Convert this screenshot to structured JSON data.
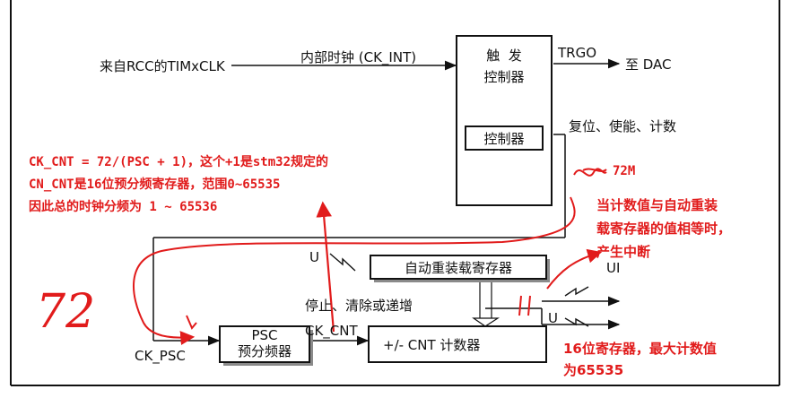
{
  "labels": {
    "timx_src": "来自RCC的TIMxCLK",
    "ck_int": "内部时钟 (CK_INT)",
    "trigger_ctrl": "触  发\n控制器",
    "inner_ctrl": "控制器",
    "trgo": "TRGO",
    "to_dac": "至 DAC",
    "reset_enable_count": "复位、使能、计数",
    "u_top": "U",
    "auto_reload": "自动重装载寄存器",
    "stop_clear_inc": "停止、清除或递增",
    "ck_cnt": "CK_CNT",
    "psc_line1": "PSC",
    "psc_line2": "预分频器",
    "ck_psc": "CK_PSC",
    "cnt_counter": "+/-  CNT 计数器",
    "ui": "UI",
    "u_bottom": "U"
  },
  "annotations": {
    "formula_line1": "CK_CNT = 72/(PSC + 1)，这个+1是stm32规定的",
    "formula_line2": "CN_CNT是16位预分频寄存器，范围0~65535",
    "formula_line3": "因此总的时钟分频为 1 ~ 65536",
    "freq_72m": "72M",
    "interrupt_line1": "当计数值与自动重装",
    "interrupt_line2": "载寄存器的值相等时，",
    "interrupt_line3": "产生中断",
    "counter_line1": "16位寄存器，最大计数值",
    "counter_line2": "为65535",
    "handwritten_72": "72"
  },
  "colors": {
    "annotation": "#e11b1b",
    "diagram_ink": "#111111",
    "block_shadow": "#8a8a8a"
  }
}
